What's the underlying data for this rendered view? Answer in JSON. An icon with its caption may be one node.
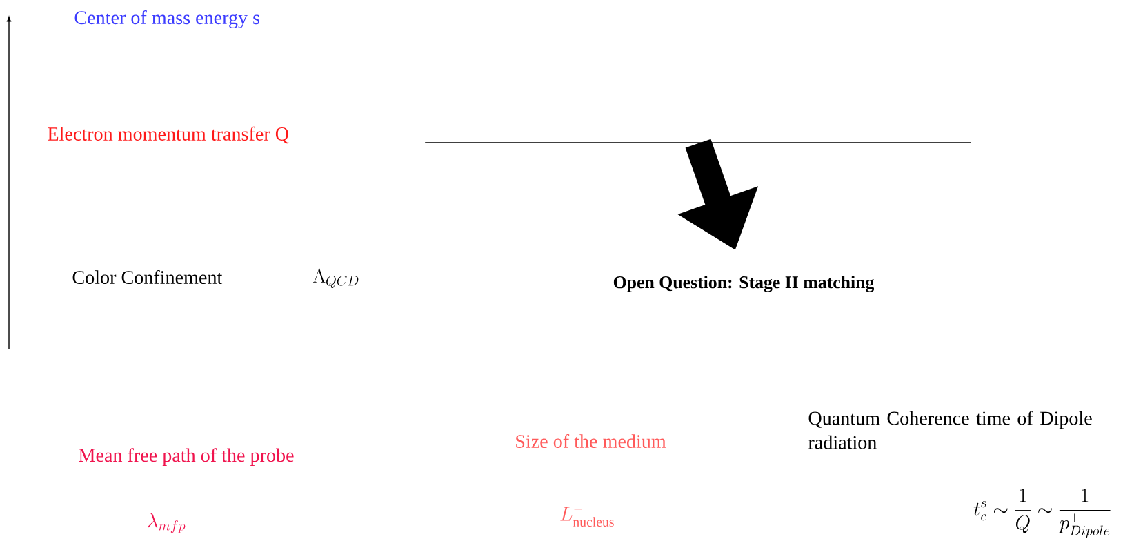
{
  "diagram": {
    "nodes": [
      {
        "text": [],
        "shape": "bar"
      },
      {
        "text": [
          "Open Question: Stage II matching"
        ]
      }
    ],
    "edges": [
      {
        "from": 0,
        "to": 1,
        "arrow": "to"
      }
    ],
    "labels": [
      "Center of mass energy s",
      "Electron momentum transfer Q",
      "Color Confinement",
      "\\Lambda_{QCD}",
      "Mean free path of the probe",
      "Size of the medium",
      "Quantum Coherence time of Dipole radiation",
      "\\lambda_{mfp}",
      "L^{-}_{\\mathrm{nucleus}}",
      "t_c^s \\sim \\frac{1}{Q} \\sim \\frac{1}{p^{+}_{Dipole}}"
    ]
  }
}
